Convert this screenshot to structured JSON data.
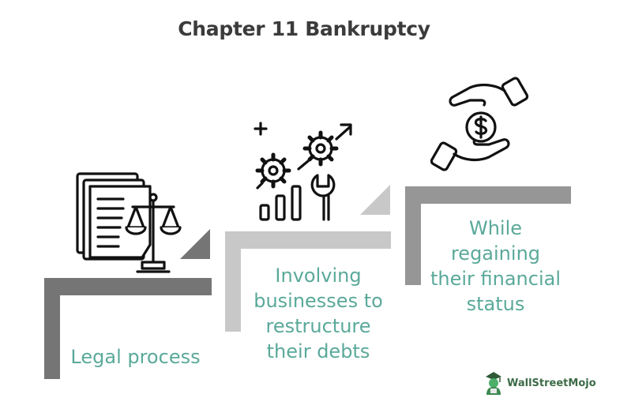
{
  "title": "Chapter 11 Bankruptcy",
  "steps": [
    {
      "label": "Legal process",
      "icon": "legal-document-scale-icon"
    },
    {
      "label": "Involving businesses to restructure their debts",
      "icon": "gears-growth-chart-wrench-icon"
    },
    {
      "label": "While regaining their financial status",
      "icon": "hand-giving-money-icon"
    }
  ],
  "brand": {
    "name": "WallStreetMojo"
  },
  "colors": {
    "step1": "#757575",
    "step2": "#c8c8c8",
    "step3": "#969696",
    "text": "#5aa99a",
    "title": "#3b3b3b"
  }
}
